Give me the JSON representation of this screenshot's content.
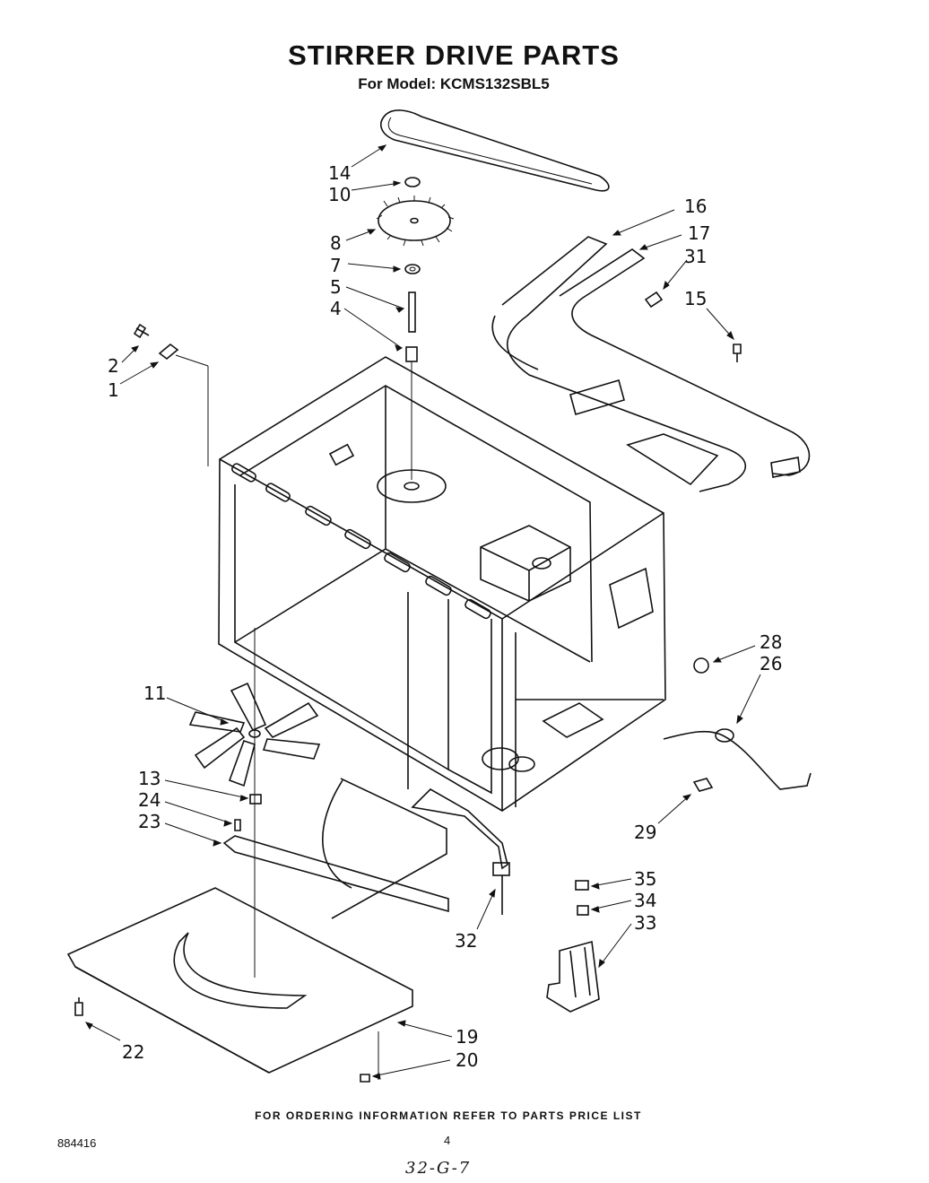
{
  "header": {
    "title": "STIRRER DRIVE PARTS",
    "subtitle": "For Model: KCMS132SBL5"
  },
  "parts": {
    "p14": "14",
    "p10": "10",
    "p8": "8",
    "p7": "7",
    "p5": "5",
    "p4": "4",
    "p2": "2",
    "p1": "1",
    "p16": "16",
    "p17": "17",
    "p31": "31",
    "p15": "15",
    "p11": "11",
    "p28": "28",
    "p26": "26",
    "p13": "13",
    "p24": "24",
    "p23": "23",
    "p29": "29",
    "p35": "35",
    "p34": "34",
    "p33": "33",
    "p32": "32",
    "p19": "19",
    "p20": "20",
    "p22": "22"
  },
  "footer": {
    "ordering_note": "FOR ORDERING INFORMATION REFER TO PARTS PRICE LIST",
    "doc_number": "884416",
    "page_number": "4",
    "handwritten_note": "32-G-7"
  }
}
